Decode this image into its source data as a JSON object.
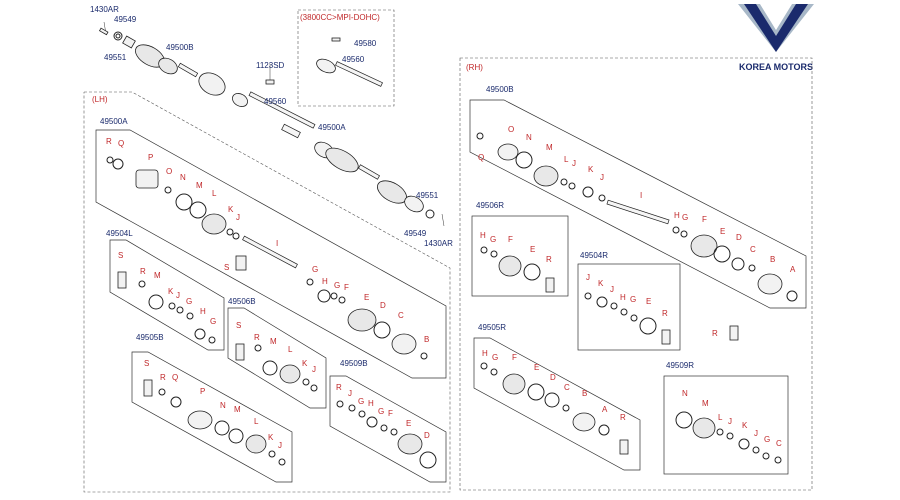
{
  "logo": {
    "brand_text": "KOREA MOTORS",
    "colors": {
      "navy": "#1a2a6c",
      "silver": "#a8b8c8",
      "red": "#c0282a"
    }
  },
  "groups": {
    "lh_title": "(LH)",
    "rh_title": "(RH)",
    "mpi_title": "(3800CC>MPI-DOHC)"
  },
  "top_parts": {
    "p1430ar_a": "1430AR",
    "p49549_a": "49549",
    "p49551_a": "49551",
    "p49500b": "49500B",
    "p1123sd": "1123SD",
    "p49560": "49560",
    "p49500a": "49500A",
    "p49551_b": "49551",
    "p49549_b": "49549",
    "p1430ar_b": "1430AR",
    "mpi_49580": "49580",
    "mpi_49560": "49560"
  },
  "lh": {
    "p49500a": "49500A",
    "p49504l": "49504L",
    "p49506b": "49506B",
    "p49505b": "49505B",
    "p49509b": "49509B",
    "shaft": [
      "R",
      "Q",
      "P",
      "O",
      "N",
      "M",
      "L",
      "K",
      "J",
      "I",
      "G",
      "H",
      "G",
      "F",
      "E",
      "D",
      "C",
      "B"
    ],
    "s_loose": "S",
    "k49504l": [
      "S",
      "R",
      "M",
      "K",
      "J",
      "G",
      "H",
      "G"
    ],
    "k49506b": [
      "S",
      "R",
      "M",
      "L",
      "K",
      "J"
    ],
    "k49505b": [
      "S",
      "R",
      "Q",
      "P",
      "N",
      "M",
      "L",
      "K",
      "J"
    ],
    "k49509b": [
      "R",
      "J",
      "G",
      "H",
      "G",
      "F",
      "E",
      "D"
    ]
  },
  "rh": {
    "p49500b": "49500B",
    "p49506r": "49506R",
    "p49504r": "49504R",
    "p49505r": "49505R",
    "p49509r": "49509R",
    "shaft": [
      "Q",
      "O",
      "N",
      "M",
      "L",
      "J",
      "K",
      "J",
      "I",
      "H",
      "G",
      "F",
      "E",
      "D",
      "C",
      "B",
      "A"
    ],
    "k49506r": [
      "H",
      "G",
      "F",
      "E",
      "R"
    ],
    "k49504r": [
      "J",
      "K",
      "J",
      "H",
      "G",
      "E",
      "R"
    ],
    "r_loose": "R",
    "k49505r": [
      "H",
      "G",
      "F",
      "E",
      "D",
      "C",
      "B",
      "A",
      "R"
    ],
    "k49509r": [
      "N",
      "M",
      "L",
      "J",
      "K",
      "J",
      "G",
      "C"
    ]
  }
}
